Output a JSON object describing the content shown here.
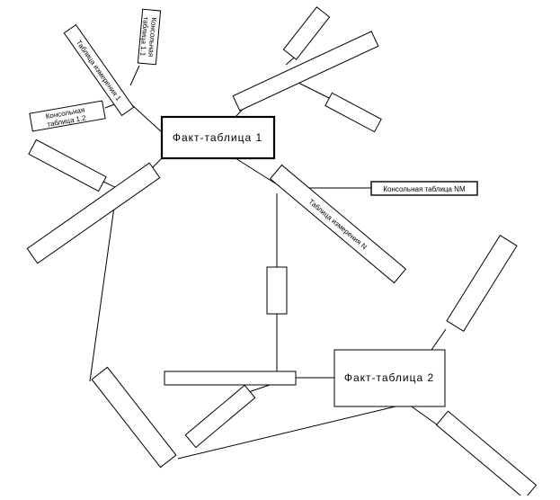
{
  "diagram": {
    "fact_table_1": {
      "label": "Факт-таблица 1"
    },
    "fact_table_2": {
      "label": "Факт-таблица 2"
    },
    "dim_table_1": {
      "label": "Таблица измерения 1"
    },
    "dim_table_n": {
      "label": "Таблица измерения N"
    },
    "console_table_1_1": {
      "label_line1": "Консольная",
      "label_line2": "таблица 1.1"
    },
    "console_table_1_2": {
      "label_line1": "Консольная",
      "label_line2": "таблица 1.2"
    },
    "console_table_nm": {
      "label": "Консольная таблица NM"
    }
  }
}
